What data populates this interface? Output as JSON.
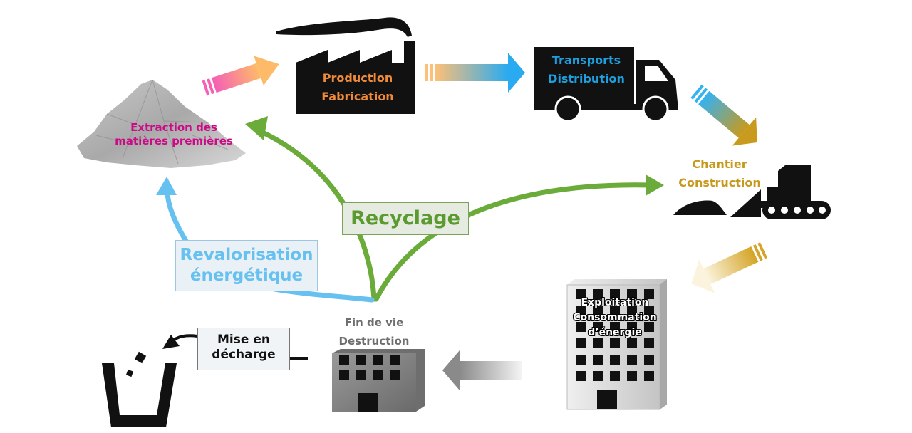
{
  "nodes": {
    "extraction": [
      "Extraction des",
      "matières premières"
    ],
    "production": [
      "Production",
      "Fabrication"
    ],
    "transport": [
      "Transports",
      "Distribution"
    ],
    "chantier": [
      "Chantier",
      "Construction"
    ],
    "exploitation": [
      "Exploitation",
      "Consommation",
      "d’énergie"
    ],
    "fin_de_vie": [
      "Fin de vie",
      "Destruction"
    ]
  },
  "boxes": {
    "recyclage": "Recyclage",
    "revalorisation": [
      "Revalorisation",
      "énergétique"
    ],
    "mise_en_decharge": [
      "Mise en",
      "décharge"
    ]
  },
  "colors": {
    "extraction_text": "#cc0a88",
    "production_text": "#ee8a3a",
    "transport_text": "#1ea0e0",
    "chantier_text": "#c79a1f",
    "recyclage": "#6aab3a",
    "revalorisation": "#66c1f0",
    "building_grey": "#8c8c8c"
  }
}
